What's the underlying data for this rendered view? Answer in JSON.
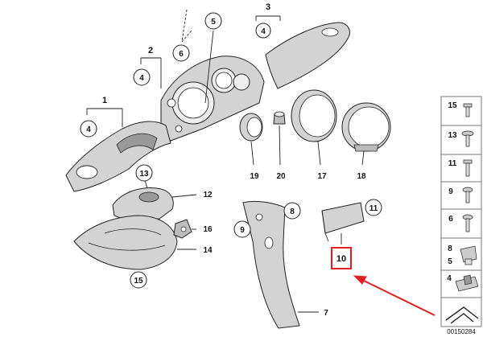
{
  "callouts": {
    "p1": "1",
    "p2": "2",
    "p3": "3",
    "p4a": "4",
    "p4b": "4",
    "p4c": "4",
    "p5": "5",
    "p6": "6",
    "p7": "7",
    "p8": "8",
    "p9": "9",
    "p10": "10",
    "p11": "11",
    "p12": "12",
    "p13": "13",
    "p14": "14",
    "p15": "15",
    "p16": "16",
    "p17": "17",
    "p18": "18",
    "p19": "19",
    "p20": "20"
  },
  "fastener_panel": [
    "15",
    "13",
    "11",
    "9",
    "6",
    "8",
    "5",
    "4"
  ],
  "reference_number": "00150284",
  "highlight_color": "#e02020"
}
